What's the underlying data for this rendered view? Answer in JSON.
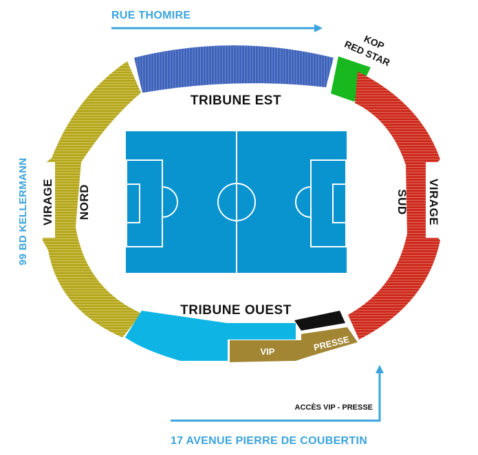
{
  "streets": {
    "north": "RUE THOMIRE",
    "west": "99 BD KELLERMANN",
    "south": "17 AVENUE PIERRE DE COUBERTIN"
  },
  "stands": {
    "est": "TRIBUNE EST",
    "ouest": "TRIBUNE OUEST",
    "nord": "NORD",
    "sud": "SUD",
    "virage_left": "VIRAGE",
    "virage_right": "VIRAGE",
    "kop_line1": "KOP",
    "kop_line2": "RED STAR",
    "vip": "VIP",
    "presse": "PRESSE"
  },
  "access": {
    "vip_presse": "ACCÈS VIP - PRESSE"
  },
  "colors": {
    "tribune_est": "#3f63ba",
    "nord": "#b2a51d",
    "sud": "#cc2a1c",
    "kop": "#18b91e",
    "tribune_ouest": "#0eb5e4",
    "vip": "#a38634",
    "presse_box": "#111111",
    "pitch": "#0994cf",
    "street_text": "#3aa3dc"
  }
}
